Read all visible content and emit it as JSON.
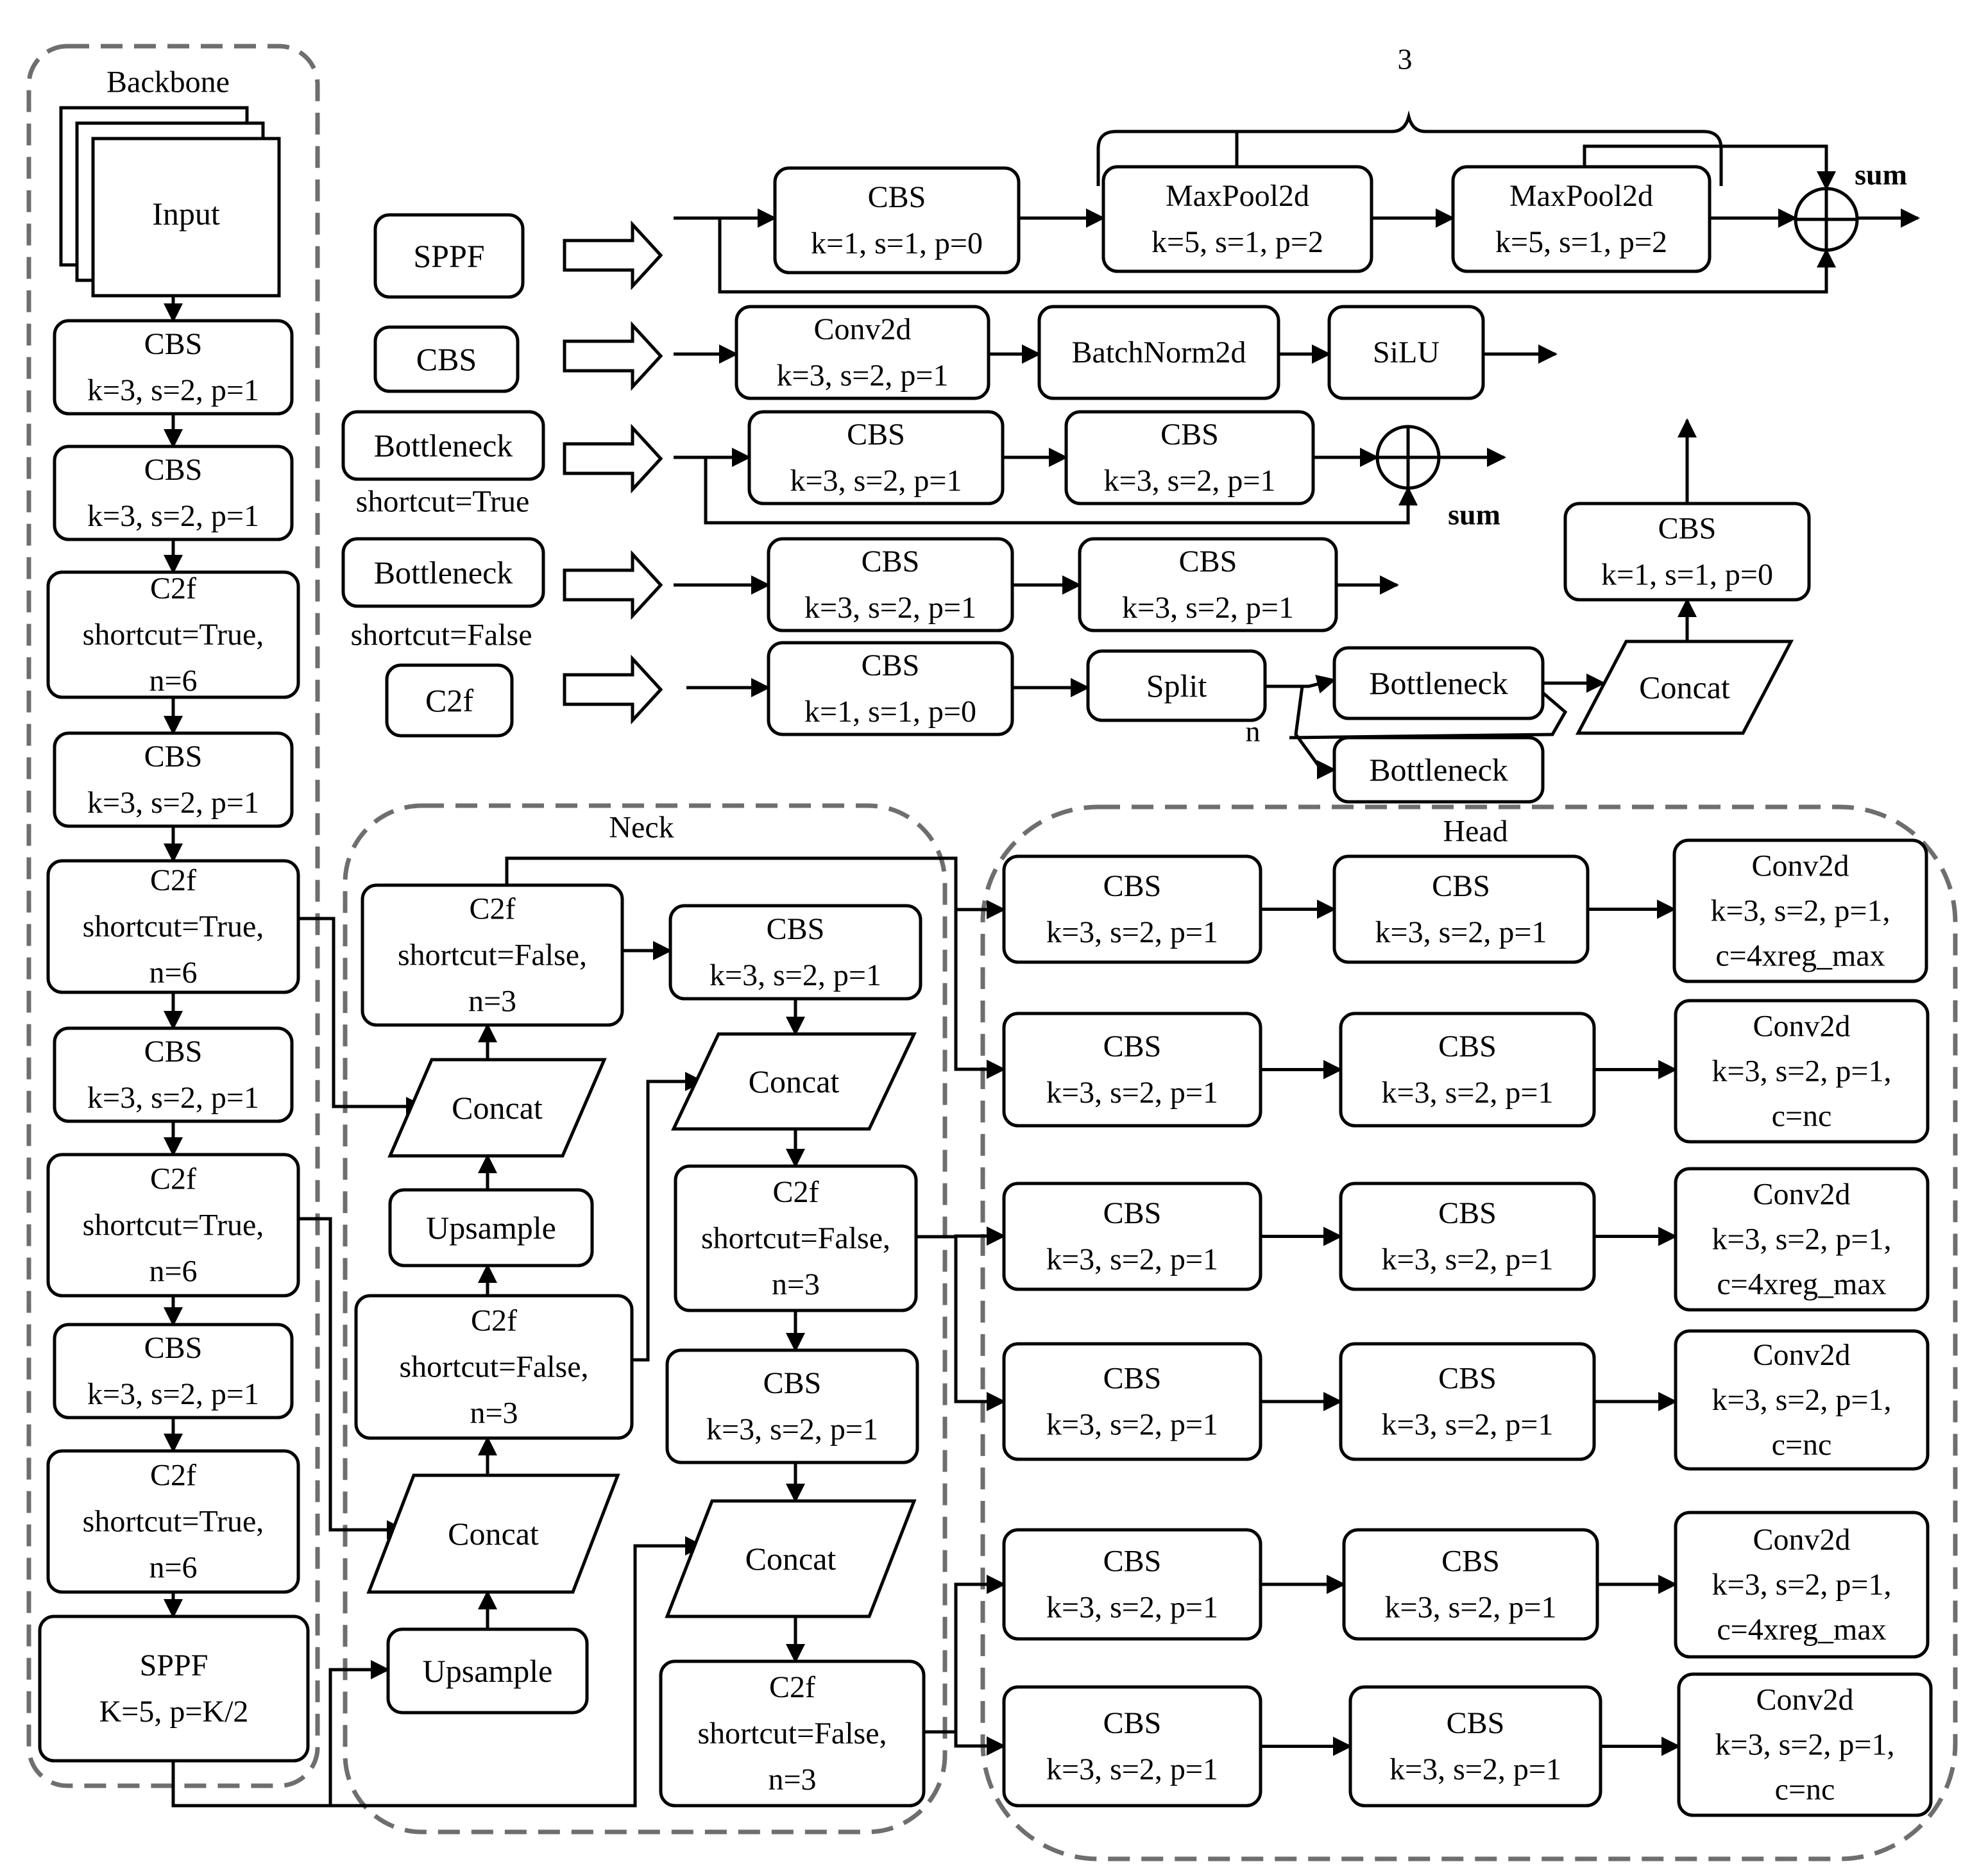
{
  "groups": {
    "backbone": "Backbone",
    "neck": "Neck",
    "head": "Head"
  },
  "backbone": {
    "input": "Input",
    "cbs1": [
      "CBS",
      "k=3, s=2, p=1"
    ],
    "cbs2": [
      "CBS",
      "k=3, s=2, p=1"
    ],
    "c2f1": [
      "C2f",
      "shortcut=True,",
      "n=6"
    ],
    "cbs3": [
      "CBS",
      "k=3, s=2, p=1"
    ],
    "c2f2": [
      "C2f",
      "shortcut=True,",
      "n=6"
    ],
    "cbs4": [
      "CBS",
      "k=3, s=2, p=1"
    ],
    "c2f3": [
      "C2f",
      "shortcut=True,",
      "n=6"
    ],
    "cbs5": [
      "CBS",
      "k=3, s=2, p=1"
    ],
    "c2f4": [
      "C2f",
      "shortcut=True,",
      "n=6"
    ],
    "sppf": [
      "SPPF",
      "K=5, p=K/2"
    ]
  },
  "legend": {
    "sppf": {
      "name": "SPPF",
      "repeat": "3",
      "cbs": [
        "CBS",
        "k=1, s=1, p=0"
      ],
      "maxpool1": [
        "MaxPool2d",
        "k=5, s=1, p=2"
      ],
      "maxpool2": [
        "MaxPool2d",
        "k=5, s=1, p=2"
      ],
      "sum": "sum"
    },
    "cbs": {
      "name": "CBS",
      "conv": [
        "Conv2d",
        "k=3, s=2, p=1"
      ],
      "bn": "BatchNorm2d",
      "act": "SiLU"
    },
    "bottleneck_true": {
      "name": "Bottleneck",
      "sub": "shortcut=True",
      "cbs1": [
        "CBS",
        "k=3, s=2, p=1"
      ],
      "cbs2": [
        "CBS",
        "k=3, s=2, p=1"
      ],
      "sum": "sum"
    },
    "bottleneck_false": {
      "name": "Bottleneck",
      "sub": "shortcut=False",
      "cbs1": [
        "CBS",
        "k=3, s=2, p=1"
      ],
      "cbs2": [
        "CBS",
        "k=3, s=2, p=1"
      ]
    },
    "c2f": {
      "name": "C2f",
      "cbs": [
        "CBS",
        "k=1, s=1, p=0"
      ],
      "split": "Split",
      "bottleneck1": "Bottleneck",
      "bottleneck2": "Bottleneck",
      "n": "n",
      "concat": "Concat",
      "cbs_out": [
        "CBS",
        "k=1, s=1, p=0"
      ]
    }
  },
  "neck": {
    "c2f_top": [
      "C2f",
      "shortcut=False,",
      "n=3"
    ],
    "concat1": "Concat",
    "upsample1": "Upsample",
    "c2f_mid": [
      "C2f",
      "shortcut=False,",
      "n=3"
    ],
    "concat2": "Concat",
    "upsample2": "Upsample",
    "cbs_a": [
      "CBS",
      "k=3, s=2, p=1"
    ],
    "concat3": "Concat",
    "c2f_r1": [
      "C2f",
      "shortcut=False,",
      "n=3"
    ],
    "cbs_b": [
      "CBS",
      "k=3, s=2, p=1"
    ],
    "concat4": "Concat",
    "c2f_r2": [
      "C2f",
      "shortcut=False,",
      "n=3"
    ]
  },
  "head": {
    "rows": [
      {
        "cbs1": [
          "CBS",
          "k=3, s=2, p=1"
        ],
        "cbs2": [
          "CBS",
          "k=3, s=2, p=1"
        ],
        "conv": [
          "Conv2d",
          "k=3, s=2, p=1,",
          "c=4xreg_max"
        ]
      },
      {
        "cbs1": [
          "CBS",
          "k=3, s=2, p=1"
        ],
        "cbs2": [
          "CBS",
          "k=3, s=2, p=1"
        ],
        "conv": [
          "Conv2d",
          "k=3, s=2, p=1,",
          "c=nc"
        ]
      },
      {
        "cbs1": [
          "CBS",
          "k=3, s=2, p=1"
        ],
        "cbs2": [
          "CBS",
          "k=3, s=2, p=1"
        ],
        "conv": [
          "Conv2d",
          "k=3, s=2, p=1,",
          "c=4xreg_max"
        ]
      },
      {
        "cbs1": [
          "CBS",
          "k=3, s=2, p=1"
        ],
        "cbs2": [
          "CBS",
          "k=3, s=2, p=1"
        ],
        "conv": [
          "Conv2d",
          "k=3, s=2, p=1,",
          "c=nc"
        ]
      },
      {
        "cbs1": [
          "CBS",
          "k=3, s=2, p=1"
        ],
        "cbs2": [
          "CBS",
          "k=3, s=2, p=1"
        ],
        "conv": [
          "Conv2d",
          "k=3, s=2, p=1,",
          "c=4xreg_max"
        ]
      },
      {
        "cbs1": [
          "CBS",
          "k=3, s=2, p=1"
        ],
        "cbs2": [
          "CBS",
          "k=3, s=2, p=1"
        ],
        "conv": [
          "Conv2d",
          "k=3, s=2, p=1,",
          "c=nc"
        ]
      }
    ]
  }
}
